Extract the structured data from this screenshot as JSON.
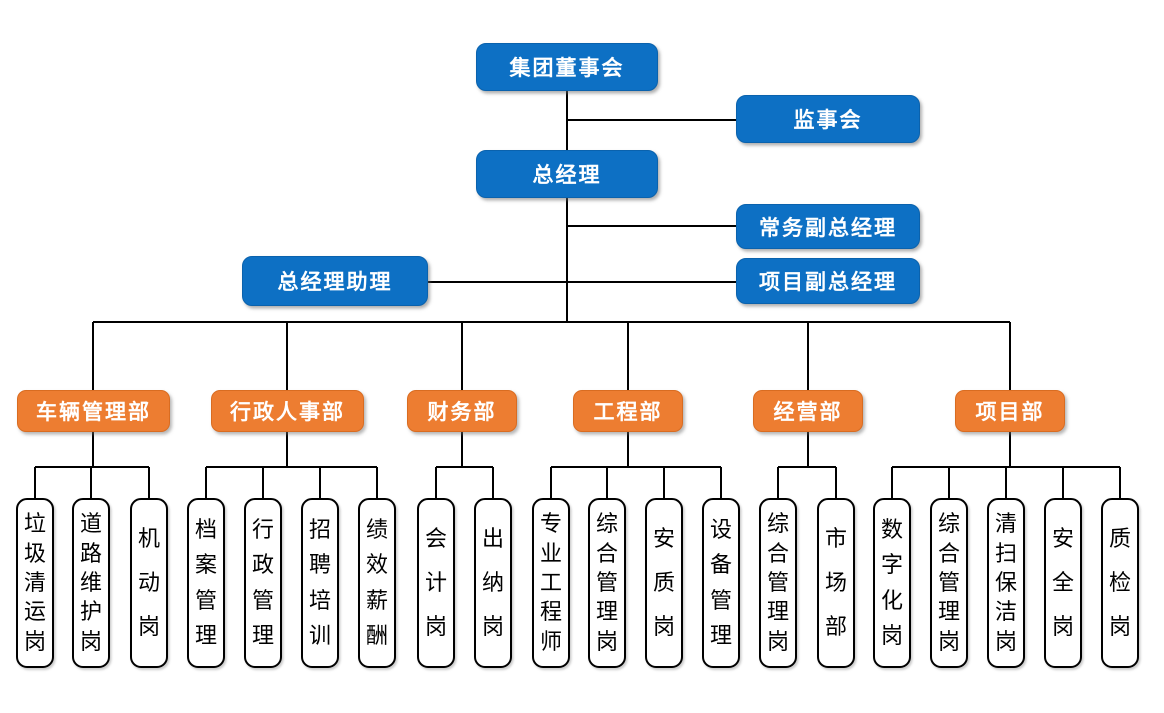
{
  "colors": {
    "executive_blue": "#0D70C4",
    "department_orange": "#ED7D31",
    "leaf_fill": "#FFFFFF",
    "leaf_border": "#000000",
    "connector": "#000000"
  },
  "org": {
    "board": {
      "label": "集团董事会"
    },
    "supervisory": {
      "label": "监事会"
    },
    "general_manager": {
      "label": "总经理"
    },
    "executive_deputy_gm": {
      "label": "常务副总经理"
    },
    "gm_assistant": {
      "label": "总经理助理"
    },
    "project_deputy_gm": {
      "label": "项目副总经理"
    }
  },
  "departments": [
    {
      "label": "车辆管理部",
      "children": [
        "垃圾清运岗",
        "道路维护岗",
        "机动岗"
      ]
    },
    {
      "label": "行政人事部",
      "children": [
        "档案管理",
        "行政管理",
        "招聘培训",
        "绩效薪酬"
      ]
    },
    {
      "label": "财务部",
      "children": [
        "会计岗",
        "出纳岗"
      ]
    },
    {
      "label": "工程部",
      "children": [
        "专业工程师",
        "综合管理岗",
        "安质岗",
        "设备管理"
      ]
    },
    {
      "label": "经营部",
      "children": [
        "综合管理岗",
        "市场部"
      ]
    },
    {
      "label": "项目部",
      "children": [
        "数字化岗",
        "综合管理岗",
        "清扫保洁岗",
        "安全岗",
        "质检岗"
      ]
    }
  ]
}
